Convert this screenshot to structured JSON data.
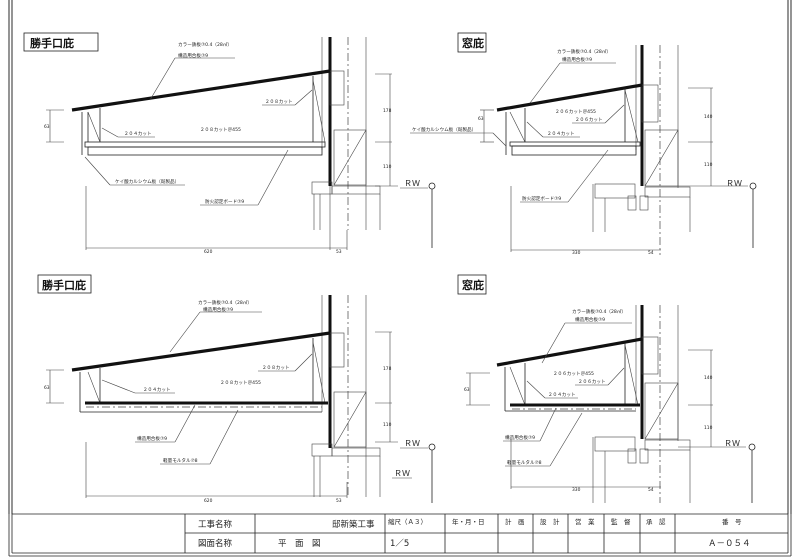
{
  "panels": [
    {
      "title": "勝手口庇",
      "roof_label": "カラー鉄板⑦0.4（28㎡）",
      "sheathing_label": "構造用合板⑦9",
      "rafter_end_label": "２０８カット",
      "strut_label": "２０４カット",
      "rafter_label": "２０８カット＠455",
      "soffit_label": "ケイ酸カルシウム板（既製品）",
      "board_label": "防火認定ボード⑦9",
      "dims": {
        "width": "620",
        "wall": "53",
        "upper": "178",
        "lower": "110",
        "fascia": "63"
      }
    },
    {
      "title": "窓庇",
      "roof_label": "カラー鉄板⑦0.4（28㎡）",
      "sheathing_label": "構造用合板⑦9",
      "rafter_label": "２０６カット＠455",
      "rafter_end_label": "２０６カット",
      "strut_label": "２０４カット",
      "soffit_label": "ケイ酸カルシウム板（既製品）",
      "board_label": "防火認定ボード⑦9",
      "rw_left": "ＲＷ",
      "rw_right": "ＲＷ",
      "dims": {
        "width": "330",
        "wall": "54",
        "upper": "140",
        "lower": "110",
        "fascia": "63"
      }
    },
    {
      "title": "勝手口庇",
      "roof_label": "カラー鉄板⑦0.4（28㎡）",
      "sheathing_label": "構造用合板⑦9",
      "rafter_end_label": "２０８カット",
      "strut_label": "２０４カット",
      "rafter_label": "２０８カット＠455",
      "plywood_label": "構造用合板⑦9",
      "mortar_label": "軽量モルタル⑦8",
      "rw": "ＲＷ",
      "dims": {
        "width": "620",
        "wall": "53",
        "upper": "178",
        "lower": "110",
        "fascia": "63"
      }
    },
    {
      "title": "窓庇",
      "roof_label": "カラー鉄板⑦0.4（28㎡）",
      "sheathing_label": "構造用合板⑦9",
      "rafter_label": "２０６カット＠455",
      "rafter_end_label": "２０６カット",
      "strut_label": "２０４カット",
      "plywood_label": "構造用合板⑦9",
      "mortar_label": "軽量モルタル⑦8",
      "rw_left": "ＲＷ",
      "rw_right": "ＲＷ",
      "dims": {
        "width": "330",
        "wall": "54",
        "upper": "140",
        "lower": "110",
        "fascia": "63"
      }
    }
  ],
  "title_block": {
    "project_label": "工事名称",
    "project_value": "邸新築工事",
    "drawing_label": "図面名称",
    "drawing_value": "平　面　図",
    "scale_label": "縮尺（Ａ３）",
    "scale_value": "1／5",
    "date_label": "年・月・日",
    "plan_label": "計　画",
    "design_label": "設　計",
    "sales_label": "営　業",
    "supervisor_label": "監　督",
    "approval_label": "承　認",
    "number_label": "番　号",
    "number_value": "Ａ－０５４"
  }
}
